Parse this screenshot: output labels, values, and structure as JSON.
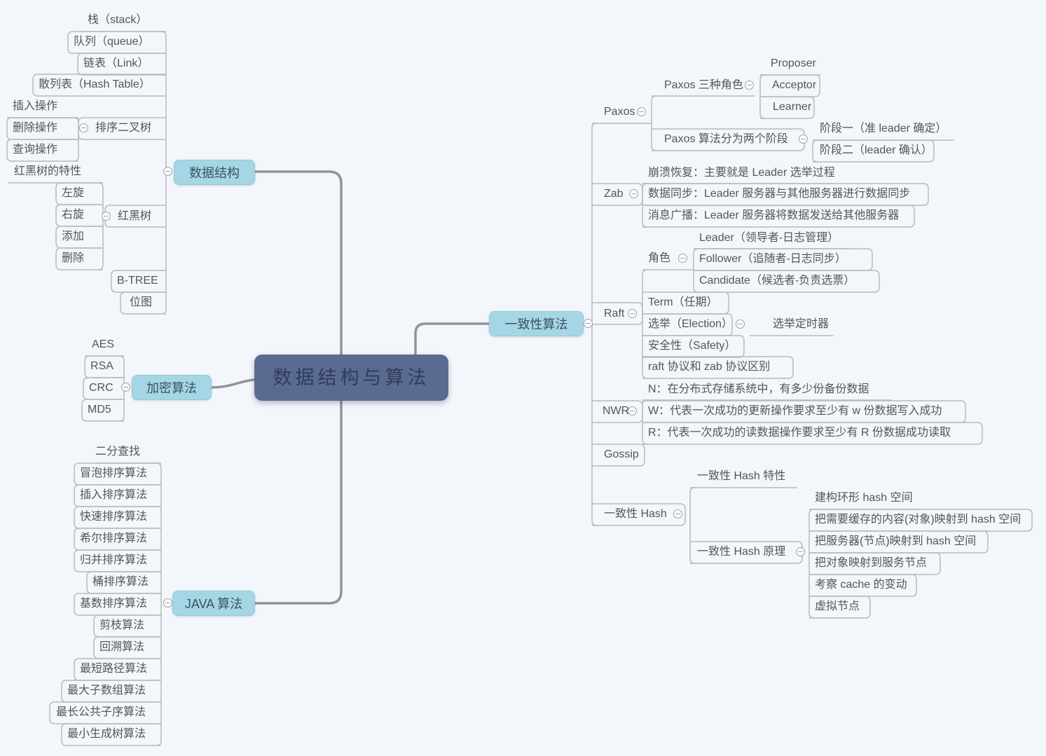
{
  "colors": {
    "background": "#f3f6fa",
    "root_node_bg": "#5a6b92",
    "root_node_text": "#303c5a",
    "branch_node_bg": "#a5d6e6",
    "branch_node_text": "#3b5261",
    "leaf_text": "#51565e",
    "line": "#b6bac2",
    "thick_connector": "#8e949e"
  },
  "icons": {
    "collapse": "minus-circle"
  },
  "m": {
    "root": "数据结构与算法",
    "ds": {
      "label": "数据结构",
      "stack": "栈（stack）",
      "queue": "队列（queue）",
      "link": "链表（Link）",
      "hash_table": "散列表（Hash Table）",
      "bst": {
        "label": "排序二叉树",
        "insert": "插入操作",
        "delete": "删除操作",
        "query": "查询操作"
      },
      "rbt": {
        "label": "红黑树",
        "feature": "红黑树的特性",
        "left_rotate": "左旋",
        "right_rotate": "右旋",
        "add": "添加",
        "remove": "删除"
      },
      "btree": "B-TREE",
      "bitmap": "位图"
    },
    "enc": {
      "label": "加密算法",
      "aes": "AES",
      "rsa": "RSA",
      "crc": "CRC",
      "md5": "MD5"
    },
    "java": {
      "label": "JAVA 算法",
      "binary_search": "二分查找",
      "bubble": "冒泡排序算法",
      "insert": "插入排序算法",
      "quick": "快速排序算法",
      "shell": "希尔排序算法",
      "merge": "归并排序算法",
      "bucket": "桶排序算法",
      "radix": "基数排序算法",
      "prune": "剪枝算法",
      "backtrack": "回溯算法",
      "shortest_path": "最短路径算法",
      "max_subarray": "最大子数组算法",
      "lcs": "最长公共子序算法",
      "mst": "最小生成树算法"
    },
    "cons": {
      "label": "一致性算法",
      "paxos": {
        "label": "Paxos",
        "roles": {
          "label": "Paxos 三种角色",
          "proposer": "Proposer",
          "acceptor": "Acceptor",
          "learner": "Learner"
        },
        "phases": {
          "label": "Paxos 算法分为两个阶段",
          "p1": "阶段一（准 leader 确定）",
          "p2": "阶段二（leader 确认）"
        }
      },
      "zab": {
        "label": "Zab",
        "crash": "崩溃恢复：主要就是 Leader 选举过程",
        "sync": "数据同步：Leader 服务器与其他服务器进行数据同步",
        "broadcast": "消息广播：Leader 服务器将数据发送给其他服务器"
      },
      "raft": {
        "label": "Raft",
        "roles": {
          "label": "角色",
          "leader": "Leader（领导者-日志管理）",
          "follower": "Follower（追随者-日志同步）",
          "candidate": "Candidate（候选者-负责选票）"
        },
        "term": "Term（任期）",
        "election": {
          "label": "选举（Election）",
          "timer": "选举定时器"
        },
        "safety": "安全性（Safety）",
        "vs_zab": "raft 协议和 zab 协议区别"
      },
      "nwr": {
        "label": "NWR",
        "n": "N：在分布式存储系统中，有多少份备份数据",
        "w": "W：代表一次成功的更新操作要求至少有 w 份数据写入成功",
        "r": "R：代表一次成功的读数据操作要求至少有 R 份数据成功读取"
      },
      "gossip": "Gossip",
      "chash": {
        "label": "一致性 Hash",
        "feature": "一致性 Hash 特性",
        "principle": {
          "label": "一致性 Hash 原理",
          "ring": "建构环形 hash 空间",
          "map_content": "把需要缓存的内容(对象)映射到 hash 空间",
          "map_server": "把服务器(节点)映射到 hash 空间",
          "map_object": "把对象映射到服务节点",
          "cache_change": "考察 cache 的变动",
          "virtual_node": "虚拟节点"
        }
      }
    }
  }
}
